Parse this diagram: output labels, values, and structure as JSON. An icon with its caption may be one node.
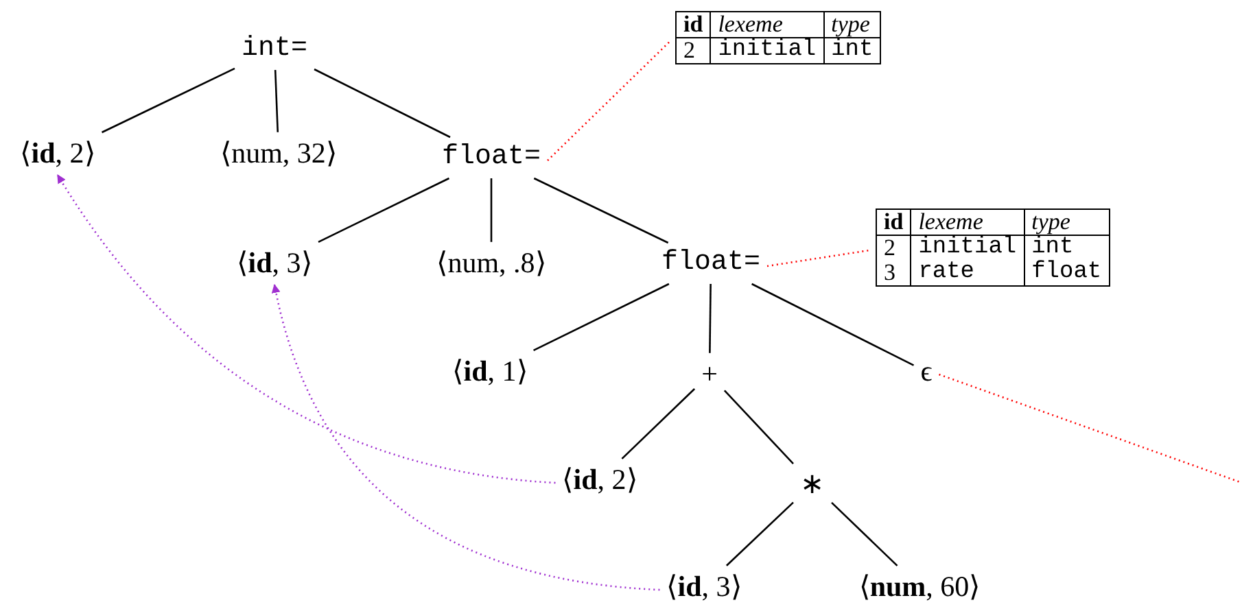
{
  "diagram": {
    "nodes": [
      {
        "text": [
          "int="
        ]
      },
      {
        "text": [
          "⟨**id**, 2⟩"
        ]
      },
      {
        "text": [
          "⟨num, 32⟩"
        ]
      },
      {
        "text": [
          "float="
        ]
      },
      {
        "text": [
          "id",
          "lexeme",
          "type",
          "2",
          "initial",
          "int"
        ]
      },
      {
        "text": [
          "⟨**id**, 3⟩"
        ]
      },
      {
        "text": [
          "⟨num, .8⟩"
        ]
      },
      {
        "text": [
          "float="
        ]
      },
      {
        "text": [
          "id",
          "lexeme",
          "type",
          "2",
          "initial",
          "int",
          "3",
          "rate",
          "float"
        ]
      },
      {
        "text": [
          "⟨**id**, 1⟩"
        ]
      },
      {
        "text": [
          "+"
        ]
      },
      {
        "text": [
          "ϵ"
        ]
      },
      {
        "text": [
          "⟨**id**, 2⟩"
        ]
      },
      {
        "text": [
          "∗"
        ]
      },
      {
        "text": [
          "⟨**id**, 3⟩"
        ]
      },
      {
        "text": [
          "⟨**num**, 60⟩"
        ]
      }
    ],
    "edges": [
      {
        "from": 0,
        "to": 1,
        "arrow": "none"
      },
      {
        "from": 0,
        "to": 2,
        "arrow": "none"
      },
      {
        "from": 0,
        "to": 3,
        "arrow": "none"
      },
      {
        "from": 3,
        "to": 5,
        "arrow": "none"
      },
      {
        "from": 3,
        "to": 6,
        "arrow": "none"
      },
      {
        "from": 3,
        "to": 7,
        "arrow": "none"
      },
      {
        "from": 7,
        "to": 9,
        "arrow": "none"
      },
      {
        "from": 7,
        "to": 10,
        "arrow": "none"
      },
      {
        "from": 7,
        "to": 11,
        "arrow": "none"
      },
      {
        "from": 10,
        "to": 12,
        "arrow": "none"
      },
      {
        "from": 10,
        "to": 13,
        "arrow": "none"
      },
      {
        "from": 13,
        "to": 14,
        "arrow": "none"
      },
      {
        "from": 13,
        "to": 15,
        "arrow": "none"
      },
      {
        "from": 3,
        "to": 4,
        "arrow": "none",
        "style": "dashed",
        "color": "#ff0000"
      },
      {
        "from": 7,
        "to": 8,
        "arrow": "none",
        "style": "dashed",
        "color": "#ff0000"
      },
      {
        "from": 11,
        "to": null,
        "arrow": "none",
        "style": "dashed",
        "color": "#ff0000"
      },
      {
        "from": 12,
        "to": 1,
        "arrow": "to",
        "style": "dashed",
        "color": "#a030d0"
      },
      {
        "from": 14,
        "to": 5,
        "arrow": "to",
        "style": "dashed",
        "color": "#a030d0"
      }
    ]
  }
}
